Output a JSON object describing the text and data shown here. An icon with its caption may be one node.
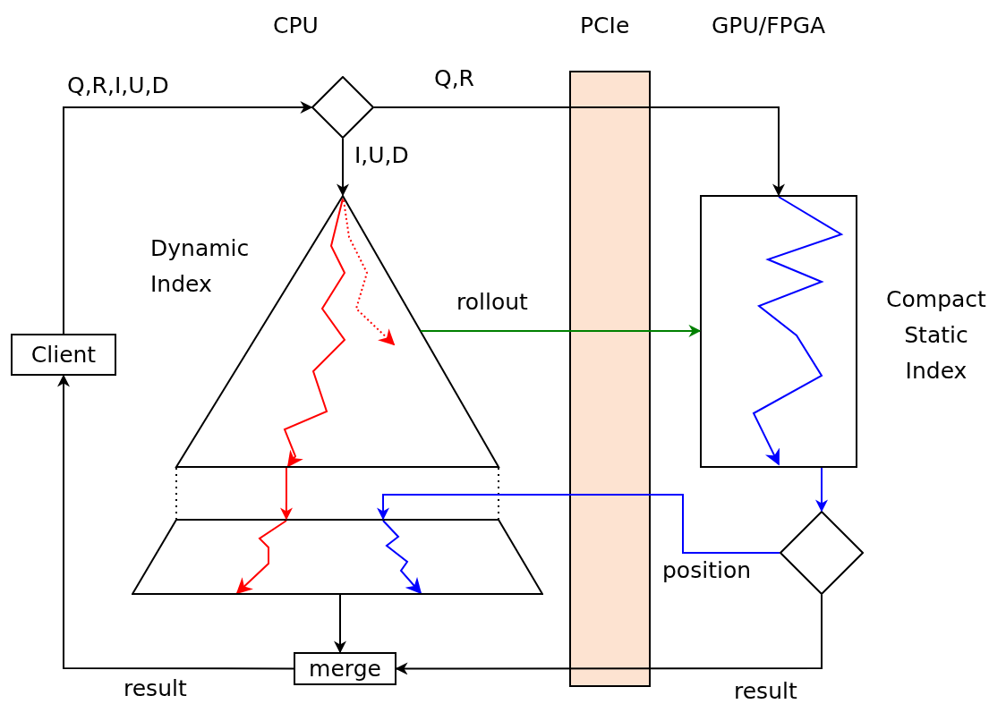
{
  "diagram": {
    "nodes": [
      {
        "text": [
          "Client"
        ]
      },
      {
        "text": [],
        "shape": "diamond"
      },
      {
        "text": [
          "Dynamic Index"
        ]
      },
      {
        "text": [],
        "shape": "trapezoid"
      },
      {
        "text": [
          "Compact Static Index"
        ]
      },
      {
        "text": [],
        "shape": "diamond"
      },
      {
        "text": [
          "merge"
        ]
      }
    ],
    "edges": [
      {
        "from": 0,
        "to": 1,
        "arrow": "to",
        "label": "Q,R,I,U,D"
      },
      {
        "from": 1,
        "to": 4,
        "arrow": "to",
        "label": "Q,R"
      },
      {
        "from": 1,
        "to": 2,
        "arrow": "to",
        "label": "I,U,D"
      },
      {
        "from": 2,
        "to": 4,
        "arrow": "to",
        "label": "rollout",
        "color": "#008000"
      },
      {
        "from": 2,
        "to": 3,
        "arrow": "none",
        "style": "dashed"
      },
      {
        "from": 2,
        "to": 3,
        "arrow": "none",
        "style": "dashed"
      },
      {
        "from": 2,
        "to": 3,
        "arrow": "to",
        "color": "#ff0000"
      },
      {
        "from": 3,
        "to": 6,
        "arrow": "to"
      },
      {
        "from": 6,
        "to": 0,
        "arrow": "to",
        "label": "result"
      },
      {
        "from": 5,
        "to": 6,
        "arrow": "to",
        "label": "result"
      },
      {
        "from": 4,
        "to": 5,
        "arrow": "to",
        "color": "#0000ff"
      },
      {
        "from": 5,
        "to": 3,
        "arrow": "to",
        "label": "position",
        "color": "#0000ff"
      }
    ],
    "labels": [
      "CPU",
      "PCIe",
      "GPU/FPGA"
    ]
  }
}
